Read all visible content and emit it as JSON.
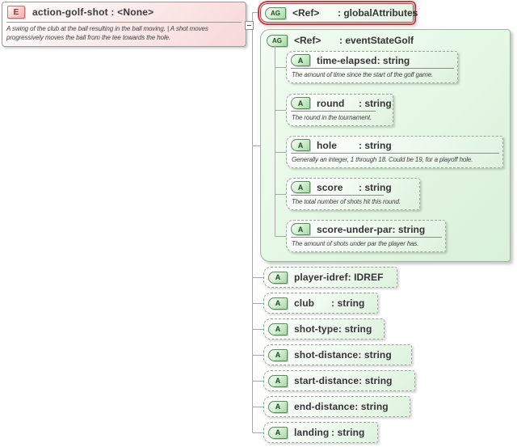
{
  "diagram": {
    "element": {
      "badge": "E",
      "title": "action-golf-shot : <None>",
      "description": "A swing of the club at the ball resulting in the ball moving. | A shot moves progressively moves the ball from the tee towards the hole."
    },
    "global_ref": {
      "badge": "AG",
      "ref_label": "<Ref>",
      "name": "globalAttributes",
      "highlighted": true,
      "highlight_color": "#d23a3a"
    },
    "group_ref": {
      "badge": "AG",
      "ref_label": "<Ref>",
      "name": "eventStateGolf",
      "attributes": [
        {
          "badge": "A",
          "name": "time-elapsed",
          "type": "string",
          "description": "The amount of time since the start of the golf game."
        },
        {
          "badge": "A",
          "name": "round",
          "type": "string",
          "description": "The round in the tournament."
        },
        {
          "badge": "A",
          "name": "hole",
          "type": "string",
          "description": "Generally an integer, 1 through 18. Could be 19, for a playoff hole."
        },
        {
          "badge": "A",
          "name": "score",
          "type": "string",
          "description": "The total number of shots hit this round."
        },
        {
          "badge": "A",
          "name": "score-under-par",
          "type": "string",
          "description": "The amount of shots under par the player has."
        }
      ]
    },
    "attributes": [
      {
        "badge": "A",
        "name": "player-idref",
        "type": "IDREF"
      },
      {
        "badge": "A",
        "name": "club",
        "type": "string"
      },
      {
        "badge": "A",
        "name": "shot-type",
        "type": "string"
      },
      {
        "badge": "A",
        "name": "shot-distance",
        "type": "string"
      },
      {
        "badge": "A",
        "name": "start-distance",
        "type": "string"
      },
      {
        "badge": "A",
        "name": "end-distance",
        "type": "string"
      },
      {
        "badge": "A",
        "name": "landing",
        "type": "string"
      }
    ],
    "colors": {
      "element_fill": "#f7d8d8",
      "attribute_fill": "#def2de",
      "group_fill": "#e7f8e7",
      "highlight_border": "#d23a3a",
      "connector": "#a9a9a9"
    }
  }
}
